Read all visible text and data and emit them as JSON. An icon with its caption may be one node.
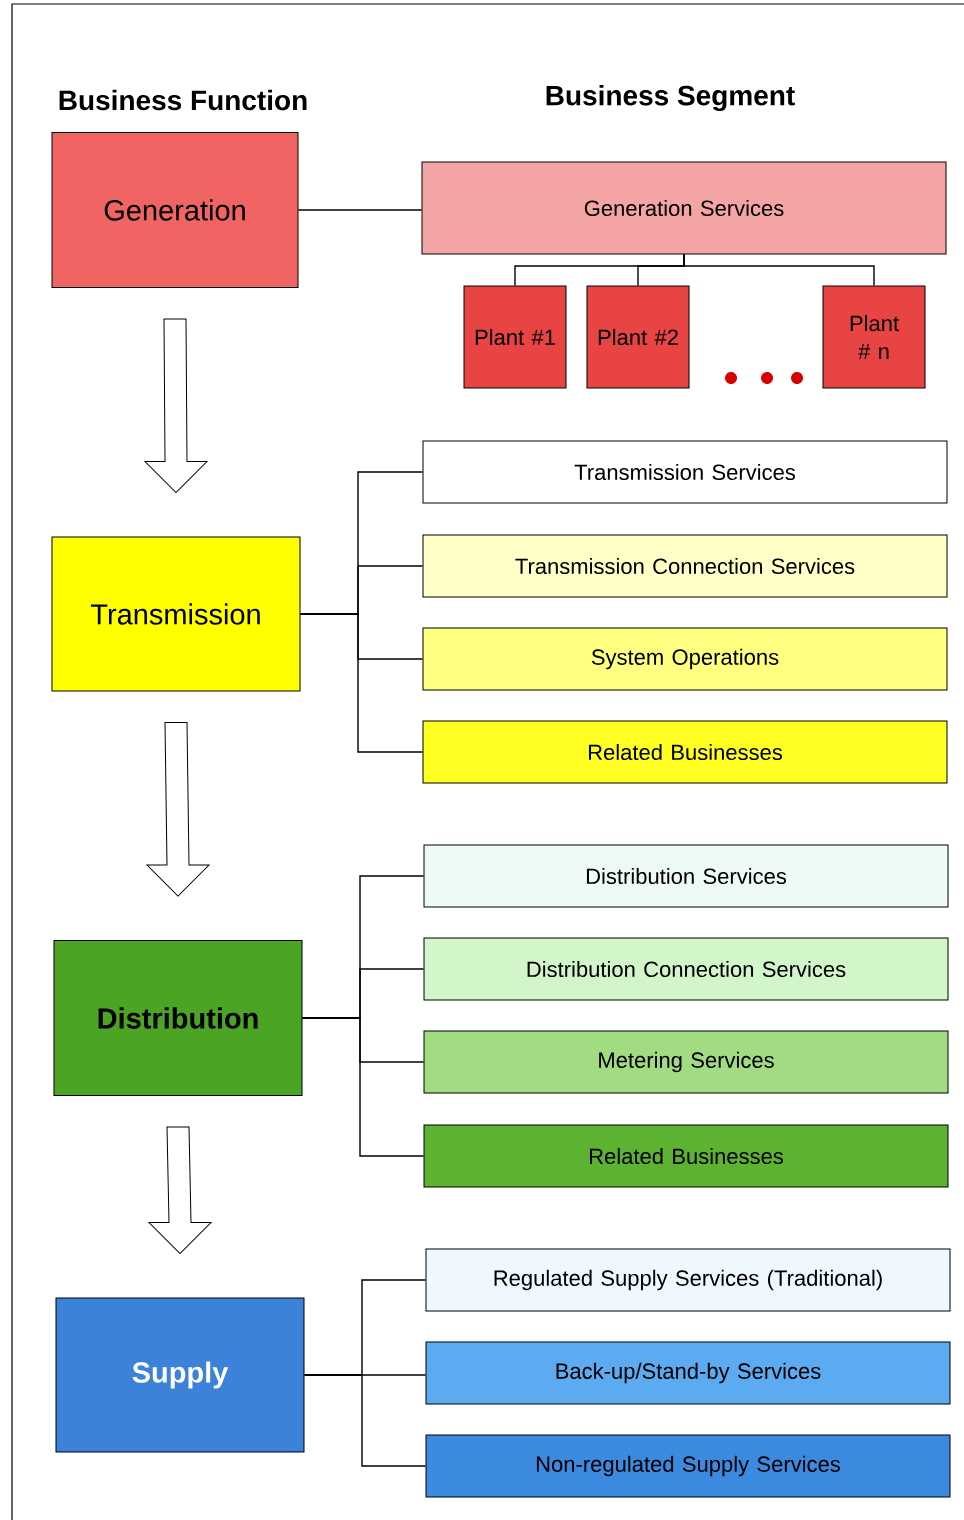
{
  "diagram": {
    "nodes": [
      {
        "text": [
          "Generation"
        ]
      },
      {
        "text": [
          "Generation Services"
        ]
      },
      {
        "text": [
          "Plant #1"
        ]
      },
      {
        "text": [
          "Plant #2"
        ]
      },
      {
        "text": [
          "Plant # n"
        ]
      },
      {
        "text": [
          "Transmission"
        ]
      },
      {
        "text": [
          "Transmission Services"
        ]
      },
      {
        "text": [
          "Transmission Connection Services"
        ]
      },
      {
        "text": [
          "System Operations"
        ]
      },
      {
        "text": [
          "Related Businesses"
        ]
      },
      {
        "text": [
          "Distribution"
        ]
      },
      {
        "text": [
          "Distribution Services"
        ]
      },
      {
        "text": [
          "Distribution Connection Services"
        ]
      },
      {
        "text": [
          "Metering Services"
        ]
      },
      {
        "text": [
          "Related Businesses"
        ]
      },
      {
        "text": [
          "Supply"
        ]
      },
      {
        "text": [
          "Regulated Supply Services (Traditional)"
        ]
      },
      {
        "text": [
          "Back-up/Stand-by Services"
        ]
      },
      {
        "text": [
          "Non-regulated Supply Services"
        ]
      }
    ],
    "edges": [
      {
        "from": 0,
        "to": 1,
        "arrow": "none"
      },
      {
        "from": 1,
        "to": 2,
        "arrow": "none"
      },
      {
        "from": 1,
        "to": 3,
        "arrow": "none"
      },
      {
        "from": 1,
        "to": 4,
        "arrow": "none"
      },
      {
        "from": 0,
        "to": 5,
        "arrow": "to"
      },
      {
        "from": 5,
        "to": 6,
        "arrow": "none"
      },
      {
        "from": 5,
        "to": 7,
        "arrow": "none"
      },
      {
        "from": 5,
        "to": 8,
        "arrow": "none"
      },
      {
        "from": 5,
        "to": 9,
        "arrow": "none"
      },
      {
        "from": 5,
        "to": 10,
        "arrow": "to"
      },
      {
        "from": 10,
        "to": 11,
        "arrow": "none"
      },
      {
        "from": 10,
        "to": 12,
        "arrow": "none"
      },
      {
        "from": 10,
        "to": 13,
        "arrow": "none"
      },
      {
        "from": 10,
        "to": 14,
        "arrow": "none"
      },
      {
        "from": 10,
        "to": 15,
        "arrow": "to"
      },
      {
        "from": 15,
        "to": 16,
        "arrow": "none"
      },
      {
        "from": 15,
        "to": 17,
        "arrow": "none"
      },
      {
        "from": 15,
        "to": 18,
        "arrow": "none"
      }
    ],
    "labels": [
      "Business Function",
      "Business Segment"
    ]
  }
}
